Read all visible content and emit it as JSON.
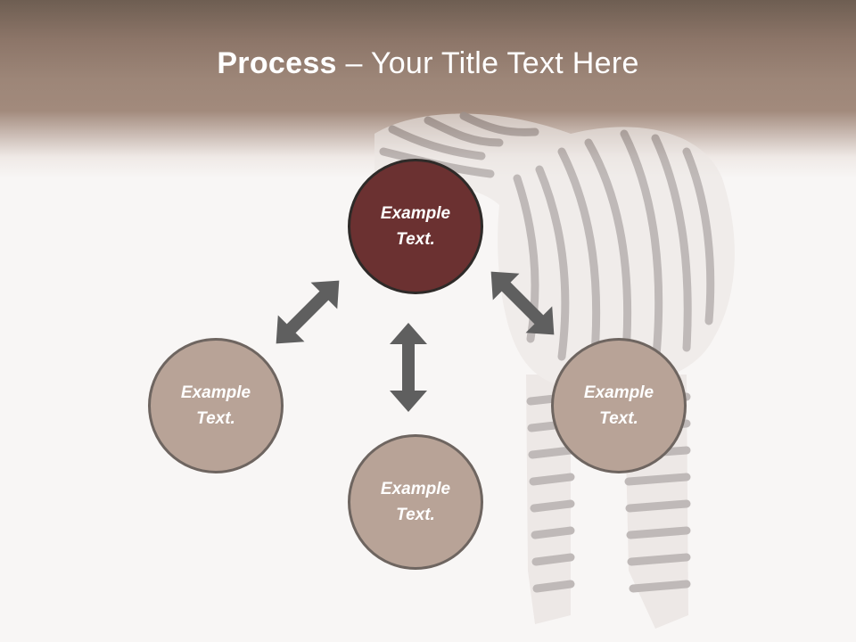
{
  "title": {
    "bold": "Process",
    "rest": " – Your Title Text Here"
  },
  "nodes": {
    "top": "Example Text.",
    "left": "Example Text.",
    "bottom": "Example Text.",
    "right": "Example Text."
  },
  "colors": {
    "header": "#9d8678",
    "node_light": "#b8a397",
    "node_dark": "#6b3131",
    "arrow": "#5f5f5f"
  },
  "icons": [
    "zebra-image",
    "double-arrow-icon"
  ]
}
